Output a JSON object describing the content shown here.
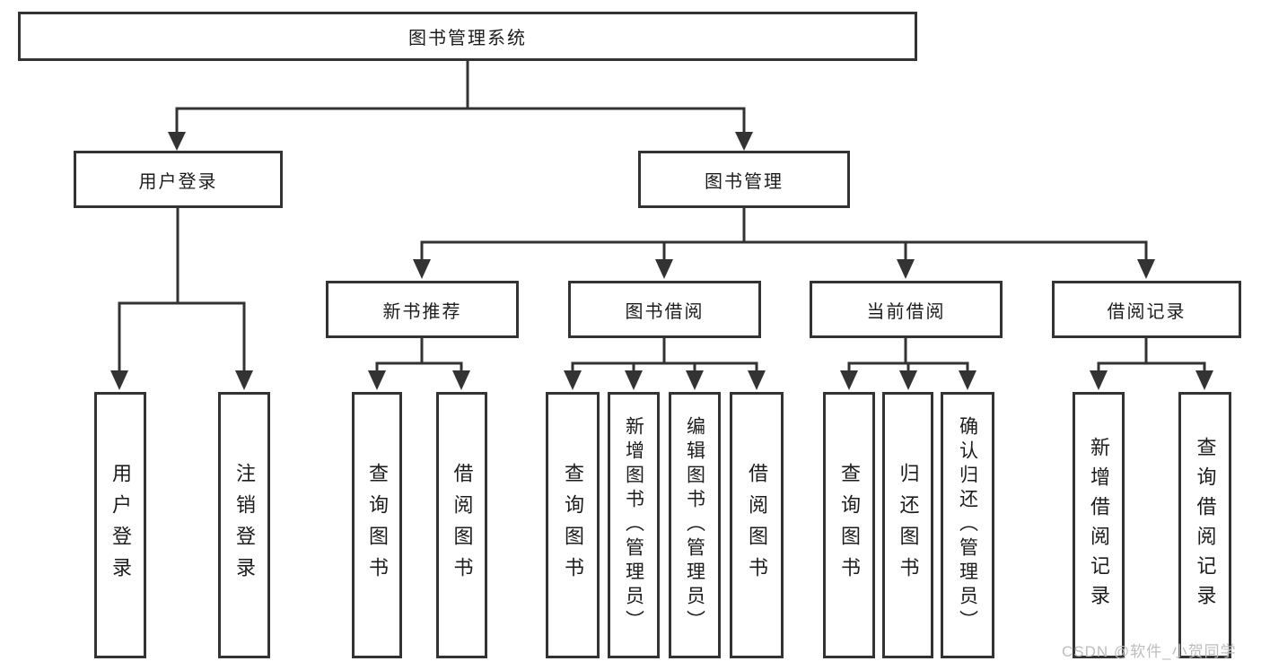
{
  "colors": {
    "line": "#333333",
    "box_border": "#333333",
    "text": "#1c1c1c",
    "background": "#ffffff",
    "watermark": "#bdbdbd"
  },
  "watermark": {
    "text": "CSDN @软件_小贺同学"
  },
  "tree": {
    "root": {
      "label": "图书管理系统"
    },
    "level2": [
      {
        "label": "用户登录"
      },
      {
        "label": "图书管理"
      }
    ],
    "level3": [
      {
        "label": "新书推荐"
      },
      {
        "label": "图书借阅"
      },
      {
        "label": "当前借阅"
      },
      {
        "label": "借阅记录"
      }
    ],
    "leaves": {
      "user_login": [
        {
          "label": "用户登录"
        },
        {
          "label": "注销登录"
        }
      ],
      "new_book": [
        {
          "label": "查询图书"
        },
        {
          "label": "借阅图书"
        }
      ],
      "borrow": [
        {
          "label": "查询图书"
        },
        {
          "label": "新增图书（管理员）"
        },
        {
          "label": "编辑图书（管理员）"
        },
        {
          "label": "借阅图书"
        }
      ],
      "current": [
        {
          "label": "查询图书"
        },
        {
          "label": "归还图书"
        },
        {
          "label": "确认归还（管理员）"
        }
      ],
      "records": [
        {
          "label": "新增借阅记录"
        },
        {
          "label": "查询借阅记录"
        }
      ]
    }
  }
}
